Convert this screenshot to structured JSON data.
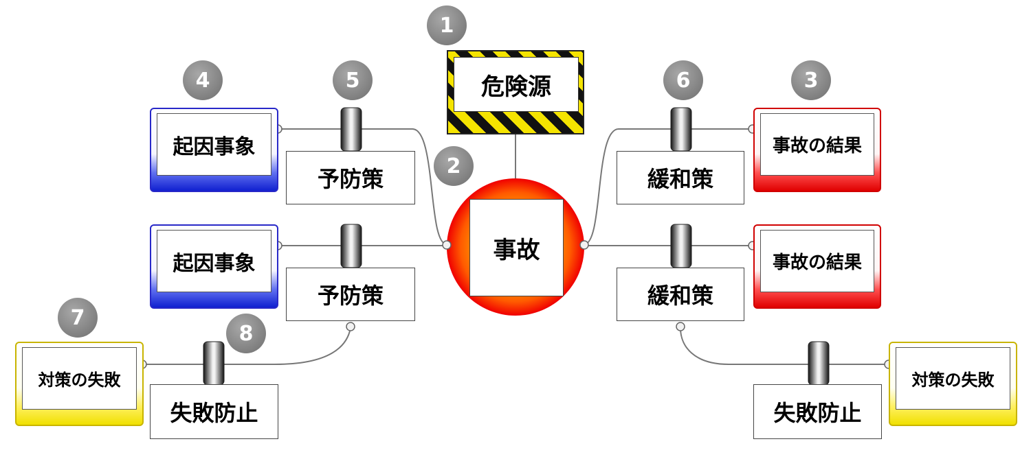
{
  "hazard": {
    "label": "危険源"
  },
  "accident": {
    "label": "事故"
  },
  "numbers": [
    "1",
    "2",
    "3",
    "4",
    "5",
    "6",
    "7",
    "8"
  ],
  "left": {
    "threats": [
      "起因事象",
      "起因事象"
    ],
    "barriers": [
      "予防策",
      "予防策"
    ],
    "escalation_factor": "対策の失敗",
    "escalation_barrier": "失敗防止"
  },
  "right": {
    "consequences": [
      "事故の結果",
      "事故の結果"
    ],
    "barriers": [
      "緩和策",
      "緩和策"
    ],
    "escalation_factor": "対策の失敗",
    "escalation_barrier": "失敗防止"
  },
  "colors": {
    "threat": "#1020d0",
    "consequence": "#e00000",
    "escalation": "#f0e000",
    "hazard_stripe": "#f5e400",
    "accident_core": "#ff8c00",
    "number_badge": "#888888"
  }
}
